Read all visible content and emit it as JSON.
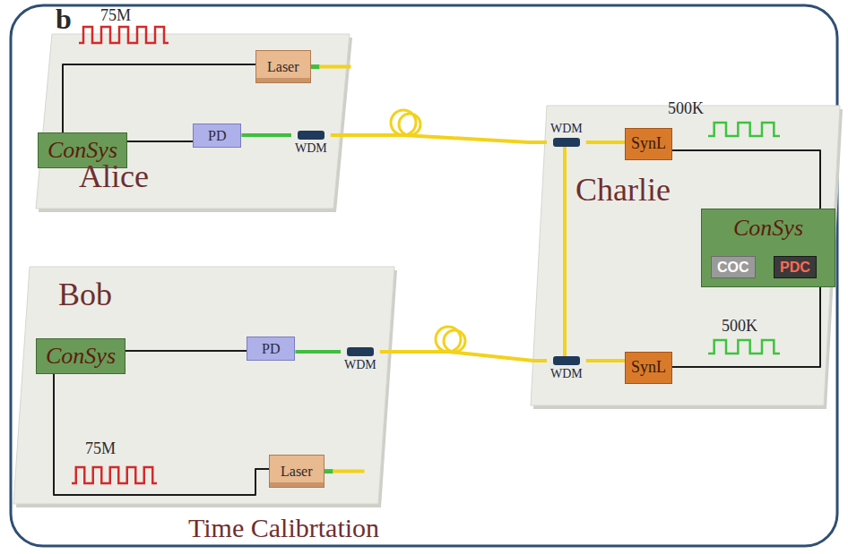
{
  "diagram": {
    "title": "Time Calibrtation",
    "nodes": [
      {
        "text": [
          "Alice"
        ]
      },
      {
        "text": [
          "ConSys"
        ],
        "in": 0
      },
      {
        "text": [
          "Laser"
        ],
        "in": 0
      },
      {
        "text": [
          "PD"
        ],
        "in": 0
      },
      {
        "text": [
          "WDM"
        ],
        "in": 0
      },
      {
        "text": [
          "Charlie"
        ]
      },
      {
        "text": [
          "WDM"
        ],
        "in": 5
      },
      {
        "text": [
          "SynL"
        ],
        "in": 5
      },
      {
        "text": [
          "ConSys"
        ],
        "in": 5
      },
      {
        "text": [
          "COC"
        ],
        "in": 8
      },
      {
        "text": [
          "PDC"
        ],
        "in": 8
      },
      {
        "text": [
          "SynL"
        ],
        "in": 5
      },
      {
        "text": [
          "WDM"
        ],
        "in": 5
      },
      {
        "text": [
          "Bob"
        ]
      },
      {
        "text": [
          "ConSys"
        ],
        "in": 13
      },
      {
        "text": [
          "PD"
        ],
        "in": 13
      },
      {
        "text": [
          "WDM"
        ],
        "in": 13
      },
      {
        "text": [
          "Laser"
        ],
        "in": 13
      }
    ],
    "edges": [
      {
        "from": 1,
        "to": 2,
        "arrow": "none"
      },
      {
        "from": 1,
        "to": 3,
        "arrow": "none"
      },
      {
        "from": 3,
        "to": 4,
        "arrow": "none"
      },
      {
        "from": 4,
        "to": 6,
        "arrow": "none"
      },
      {
        "from": 6,
        "to": 7,
        "arrow": "none"
      },
      {
        "from": 7,
        "to": 8,
        "arrow": "none"
      },
      {
        "from": 6,
        "to": 12,
        "arrow": "none"
      },
      {
        "from": 12,
        "to": 11,
        "arrow": "none"
      },
      {
        "from": 11,
        "to": 8,
        "arrow": "none"
      },
      {
        "from": 14,
        "to": 15,
        "arrow": "none"
      },
      {
        "from": 15,
        "to": 16,
        "arrow": "none"
      },
      {
        "from": 16,
        "to": 12,
        "arrow": "none"
      },
      {
        "from": 14,
        "to": 17,
        "arrow": "none"
      }
    ],
    "labels": [
      "b",
      "75M",
      "500K",
      "500K",
      "75M"
    ]
  }
}
